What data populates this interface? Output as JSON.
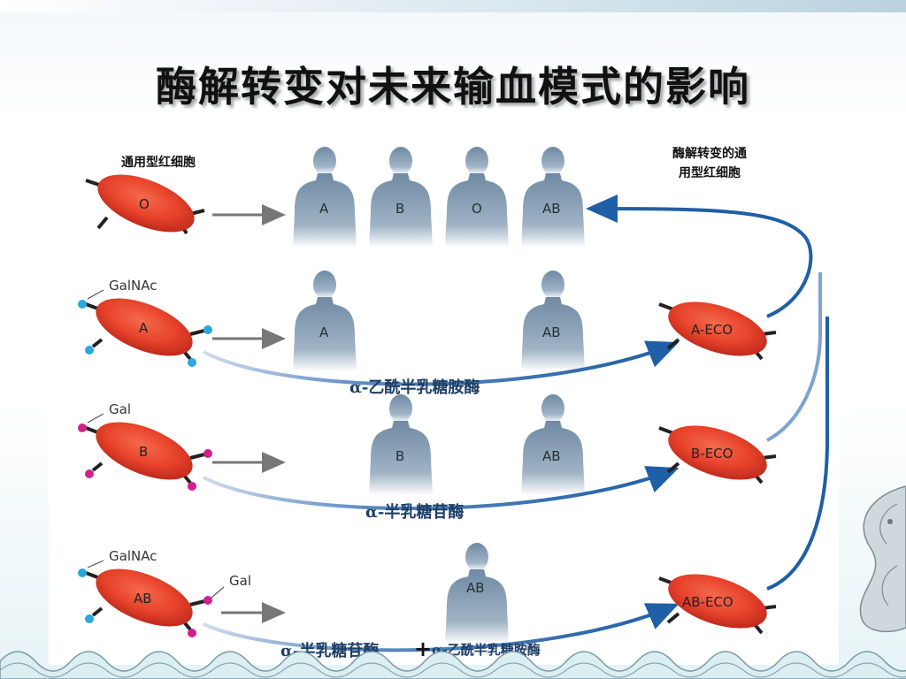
{
  "title": "酶解转变对未来输血模式的影响",
  "figure": {
    "caption_left": "通用型红细胞",
    "caption_right_line1": "酶解转变的通",
    "caption_right_line2": "用型红细胞",
    "rows": [
      {
        "cell": "O",
        "sugar_top": "",
        "sugar_bottom": "",
        "recipients": [
          "A",
          "B",
          "O",
          "AB"
        ],
        "eco": "",
        "enzyme": ""
      },
      {
        "cell": "A",
        "sugar_top": "GalNAc",
        "sugar_bottom": "",
        "recipients": [
          "A",
          "AB"
        ],
        "eco": "A-ECO",
        "enzyme": "α-乙酰半乳糖胺酶"
      },
      {
        "cell": "B",
        "sugar_top": "Gal",
        "sugar_bottom": "",
        "recipients": [
          "B",
          "AB"
        ],
        "eco": "B-ECO",
        "enzyme": "α-半乳糖苷酶"
      },
      {
        "cell": "AB",
        "sugar_top": "GalNAc",
        "sugar_bottom": "Gal",
        "recipients": [
          "AB"
        ],
        "eco": "AB-ECO",
        "enzyme": "α-半乳糖苷酶",
        "enzyme2": "α-乙酰半乳糖胺酶",
        "plus": "+"
      }
    ]
  },
  "colors": {
    "cell_red": "#e8432b",
    "cell_dark": "#b8261a",
    "person": "#7f97ad",
    "arrow_blue": "#1f5fa6",
    "galnac_dot": "#2aa8e0",
    "gal_dot": "#d21f8c"
  }
}
